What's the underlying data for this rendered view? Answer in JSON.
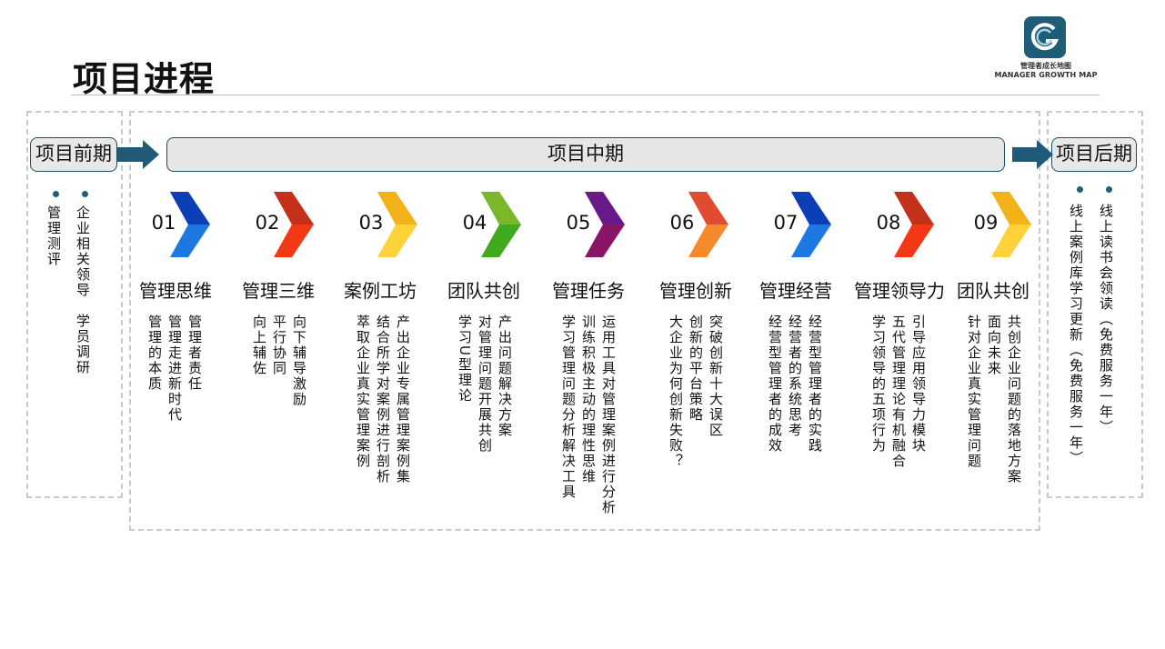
{
  "header": {
    "title": "项目进程",
    "logo_cn": "管理者成长地图",
    "logo_en": "MANAGER GROWTH MAP",
    "logo_icon": "g-logo-icon"
  },
  "phases": {
    "pre": {
      "label": "项目前期",
      "items": [
        "企业相关领导　学员调研",
        "管理测评"
      ]
    },
    "mid": {
      "label": "项目中期"
    },
    "post": {
      "label": "项目后期",
      "items": [
        "线上读书会领读（免费服务一年）",
        "线上案例库学习更新（免费服务一年）"
      ]
    }
  },
  "steps": [
    {
      "num": "01",
      "name": "管理思维",
      "colors": [
        "#0c3fb5",
        "#1e78e2"
      ],
      "desc": [
        "管理者责任",
        "管理走进新时代",
        "管理的本质"
      ]
    },
    {
      "num": "02",
      "name": "管理三维",
      "colors": [
        "#c5301b",
        "#f23815"
      ],
      "desc": [
        "向下辅导激励",
        "平行协同",
        "向上辅佐"
      ]
    },
    {
      "num": "03",
      "name": "案例工坊",
      "colors": [
        "#f2b21a",
        "#ffd23a"
      ],
      "desc": [
        "产出企业专属管理案例集",
        "结合所学对案例进行剖析",
        "萃取企业真实管理案例"
      ]
    },
    {
      "num": "04",
      "name": "团队共创",
      "colors": [
        "#7bb72a",
        "#3faa1c"
      ],
      "desc": [
        "产出问题解决方案",
        "对管理问题开展共创",
        "学习U型理论"
      ]
    },
    {
      "num": "05",
      "name": "管理任务",
      "colors": [
        "#6a1a88",
        "#8a1566"
      ],
      "desc": [
        "运用工具对管理案例进行分析",
        "训练积极主动的理性思维",
        "学习管理问题分析解决工具"
      ]
    },
    {
      "num": "06",
      "name": "管理创新",
      "colors": [
        "#e24a32",
        "#f6892c"
      ],
      "desc": [
        "突破创新十大误区",
        "创新的平台策略",
        "大企业为何创新失败？"
      ]
    },
    {
      "num": "07",
      "name": "管理经营",
      "colors": [
        "#0c3fb5",
        "#1e78e2"
      ],
      "desc": [
        "经营型管理者的实践",
        "经营者的系统思考",
        "经营型管理者的成效"
      ]
    },
    {
      "num": "08",
      "name": "管理领导力",
      "colors": [
        "#c5301b",
        "#f23815"
      ],
      "desc": [
        "引导应用领导力模块",
        "五代管理理论有机融合",
        "学习领导的五项行为"
      ]
    },
    {
      "num": "09",
      "name": "团队共创",
      "colors": [
        "#f2b21a",
        "#ffd23a"
      ],
      "desc": [
        "共创企业问题的落地方案",
        "面向未来",
        "针对企业真实管理问题"
      ]
    }
  ]
}
